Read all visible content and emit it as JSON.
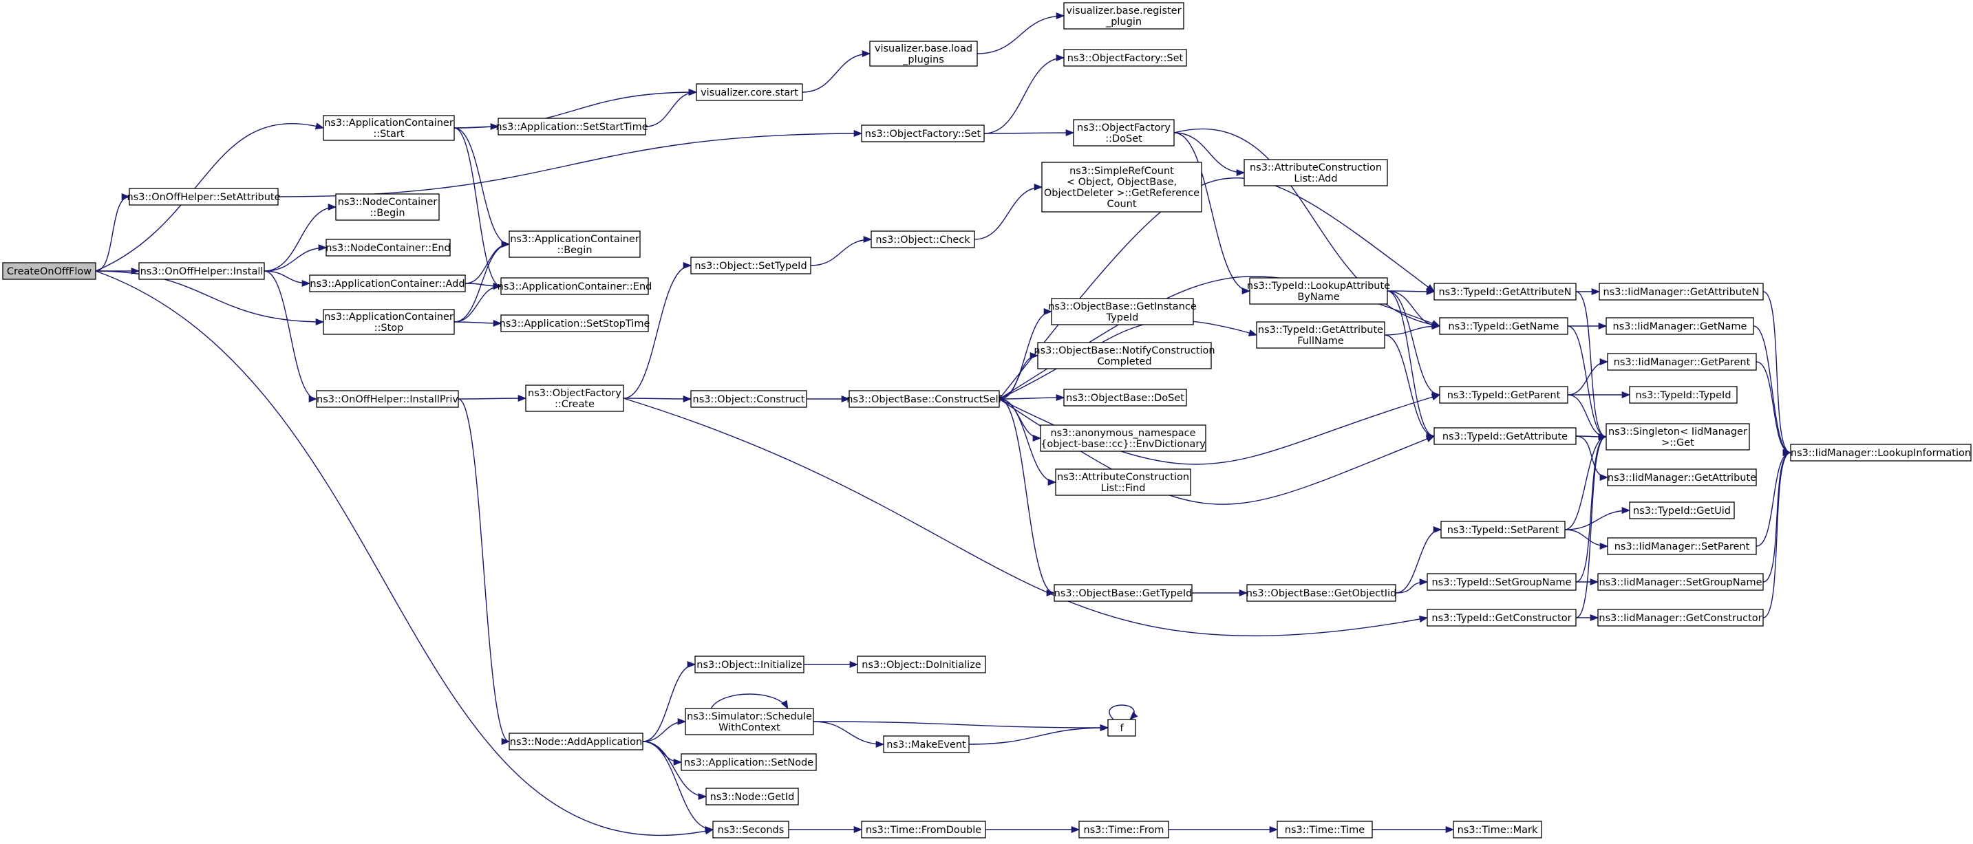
{
  "graph": {
    "title": "",
    "nodes": [
      {
        "id": "n_create",
        "lines": [
          "CreateOnOffFlow"
        ],
        "root": true
      },
      {
        "id": "n_appcont_start",
        "lines": [
          "ns3::ApplicationContainer",
          "::Start"
        ]
      },
      {
        "id": "n_onoff_setattr",
        "lines": [
          "ns3::OnOffHelper::SetAttribute"
        ]
      },
      {
        "id": "n_onoff_install",
        "lines": [
          "ns3::OnOffHelper::Install"
        ]
      },
      {
        "id": "n_appcont_stop",
        "lines": [
          "ns3::ApplicationContainer",
          "::Stop"
        ]
      },
      {
        "id": "n_seconds",
        "lines": [
          "ns3::Seconds"
        ]
      },
      {
        "id": "n_app_setstarttime",
        "lines": [
          "ns3::Application::SetStartTime"
        ]
      },
      {
        "id": "n_vis_core_start",
        "lines": [
          "visualizer.core.start"
        ]
      },
      {
        "id": "n_vis_load_plugins",
        "lines": [
          "visualizer.base.load",
          "_plugins"
        ]
      },
      {
        "id": "n_vis_register_plugin",
        "lines": [
          "visualizer.base.register",
          "_plugin"
        ]
      },
      {
        "id": "n_appcont_begin",
        "lines": [
          "ns3::ApplicationContainer",
          "::Begin"
        ]
      },
      {
        "id": "n_appcont_end",
        "lines": [
          "ns3::ApplicationContainer::End"
        ]
      },
      {
        "id": "n_objfactory_set",
        "lines": [
          "ns3::ObjectFactory::Set"
        ]
      },
      {
        "id": "n_objfactory_set_top",
        "lines": [
          "ns3::ObjectFactory::Set"
        ]
      },
      {
        "id": "n_objfactory_doset",
        "lines": [
          "ns3::ObjectFactory",
          "::DoSet"
        ]
      },
      {
        "id": "n_attrconst_add",
        "lines": [
          "ns3::AttributeConstruction",
          "List::Add"
        ]
      },
      {
        "id": "n_nodecont_begin",
        "lines": [
          "ns3::NodeContainer",
          "::Begin"
        ]
      },
      {
        "id": "n_nodecont_end",
        "lines": [
          "ns3::NodeContainer::End"
        ]
      },
      {
        "id": "n_appcont_add",
        "lines": [
          "ns3::ApplicationContainer::Add"
        ]
      },
      {
        "id": "n_onoff_installpriv",
        "lines": [
          "ns3::OnOffHelper::InstallPriv"
        ]
      },
      {
        "id": "n_app_setstoptime",
        "lines": [
          "ns3::Application::SetStopTime"
        ]
      },
      {
        "id": "n_objfactory_create",
        "lines": [
          "ns3::ObjectFactory",
          "::Create"
        ]
      },
      {
        "id": "n_object_settypeid",
        "lines": [
          "ns3::Object::SetTypeId"
        ]
      },
      {
        "id": "n_object_check",
        "lines": [
          "ns3::Object::Check"
        ]
      },
      {
        "id": "n_simplerefcount",
        "lines": [
          "ns3::SimpleRefCount",
          "< Object, ObjectBase,",
          "ObjectDeleter >::GetReference",
          "Count"
        ]
      },
      {
        "id": "n_object_construct",
        "lines": [
          "ns3::Object::Construct"
        ]
      },
      {
        "id": "n_objbase_constructself",
        "lines": [
          "ns3::ObjectBase::ConstructSelf"
        ]
      },
      {
        "id": "n_objbase_getinstancetypeid",
        "lines": [
          "ns3::ObjectBase::GetInstance",
          "TypeId"
        ]
      },
      {
        "id": "n_objbase_notifyconstruction",
        "lines": [
          "ns3::ObjectBase::NotifyConstruction",
          "Completed"
        ]
      },
      {
        "id": "n_objbase_doset",
        "lines": [
          "ns3::ObjectBase::DoSet"
        ]
      },
      {
        "id": "n_anon_envdictionary",
        "lines": [
          "ns3::anonymous_namespace",
          "{object-base::cc}::EnvDictionary"
        ]
      },
      {
        "id": "n_attrconst_find",
        "lines": [
          "ns3::AttributeConstruction",
          "List::Find"
        ]
      },
      {
        "id": "n_objbase_gettypeid",
        "lines": [
          "ns3::ObjectBase::GetTypeId"
        ]
      },
      {
        "id": "n_objbase_getobjectiid",
        "lines": [
          "ns3::ObjectBase::GetObjectIid"
        ]
      },
      {
        "id": "n_typeid_lookupattr",
        "lines": [
          "ns3::TypeId::LookupAttribute",
          "ByName"
        ]
      },
      {
        "id": "n_typeid_getattrfullname",
        "lines": [
          "ns3::TypeId::GetAttribute",
          "FullName"
        ]
      },
      {
        "id": "n_typeid_getattributen",
        "lines": [
          "ns3::TypeId::GetAttributeN"
        ]
      },
      {
        "id": "n_typeid_getname",
        "lines": [
          "ns3::TypeId::GetName"
        ]
      },
      {
        "id": "n_typeid_getparent",
        "lines": [
          "ns3::TypeId::GetParent"
        ]
      },
      {
        "id": "n_typeid_getattribute",
        "lines": [
          "ns3::TypeId::GetAttribute"
        ]
      },
      {
        "id": "n_typeid_setparent",
        "lines": [
          "ns3::TypeId::SetParent"
        ]
      },
      {
        "id": "n_typeid_setgroupname",
        "lines": [
          "ns3::TypeId::SetGroupName"
        ]
      },
      {
        "id": "n_typeid_getconstructor",
        "lines": [
          "ns3::TypeId::GetConstructor"
        ]
      },
      {
        "id": "n_iid_getattributen",
        "lines": [
          "ns3::IidManager::GetAttributeN"
        ]
      },
      {
        "id": "n_iid_getname",
        "lines": [
          "ns3::IidManager::GetName"
        ]
      },
      {
        "id": "n_iid_getparent",
        "lines": [
          "ns3::IidManager::GetParent"
        ]
      },
      {
        "id": "n_typeid_typeid",
        "lines": [
          "ns3::TypeId::TypeId"
        ]
      },
      {
        "id": "n_singleton_get",
        "lines": [
          "ns3::Singleton< IidManager",
          ">::Get"
        ]
      },
      {
        "id": "n_iid_getattribute",
        "lines": [
          "ns3::IidManager::GetAttribute"
        ]
      },
      {
        "id": "n_typeid_getuid",
        "lines": [
          "ns3::TypeId::GetUid"
        ]
      },
      {
        "id": "n_iid_setparent",
        "lines": [
          "ns3::IidManager::SetParent"
        ]
      },
      {
        "id": "n_iid_setgroupname",
        "lines": [
          "ns3::IidManager::SetGroupName"
        ]
      },
      {
        "id": "n_iid_getconstructor",
        "lines": [
          "ns3::IidManager::GetConstructor"
        ]
      },
      {
        "id": "n_iid_lookupinformation",
        "lines": [
          "ns3::IidManager::LookupInformation"
        ]
      },
      {
        "id": "n_node_addapplication",
        "lines": [
          "ns3::Node::AddApplication"
        ]
      },
      {
        "id": "n_object_initialize",
        "lines": [
          "ns3::Object::Initialize"
        ]
      },
      {
        "id": "n_object_doinitialize",
        "lines": [
          "ns3::Object::DoInitialize"
        ]
      },
      {
        "id": "n_sim_schedule",
        "lines": [
          "ns3::Simulator::Schedule",
          "WithContext"
        ]
      },
      {
        "id": "n_makeevent",
        "lines": [
          "ns3::MakeEvent"
        ]
      },
      {
        "id": "n_f",
        "lines": [
          "f"
        ]
      },
      {
        "id": "n_app_setnode",
        "lines": [
          "ns3::Application::SetNode"
        ]
      },
      {
        "id": "n_node_getid",
        "lines": [
          "ns3::Node::GetId"
        ]
      },
      {
        "id": "n_time_fromdouble",
        "lines": [
          "ns3::Time::FromDouble"
        ]
      },
      {
        "id": "n_time_from",
        "lines": [
          "ns3::Time::From"
        ]
      },
      {
        "id": "n_time_time",
        "lines": [
          "ns3::Time::Time"
        ]
      },
      {
        "id": "n_time_mark",
        "lines": [
          "ns3::Time::Mark"
        ]
      }
    ]
  }
}
